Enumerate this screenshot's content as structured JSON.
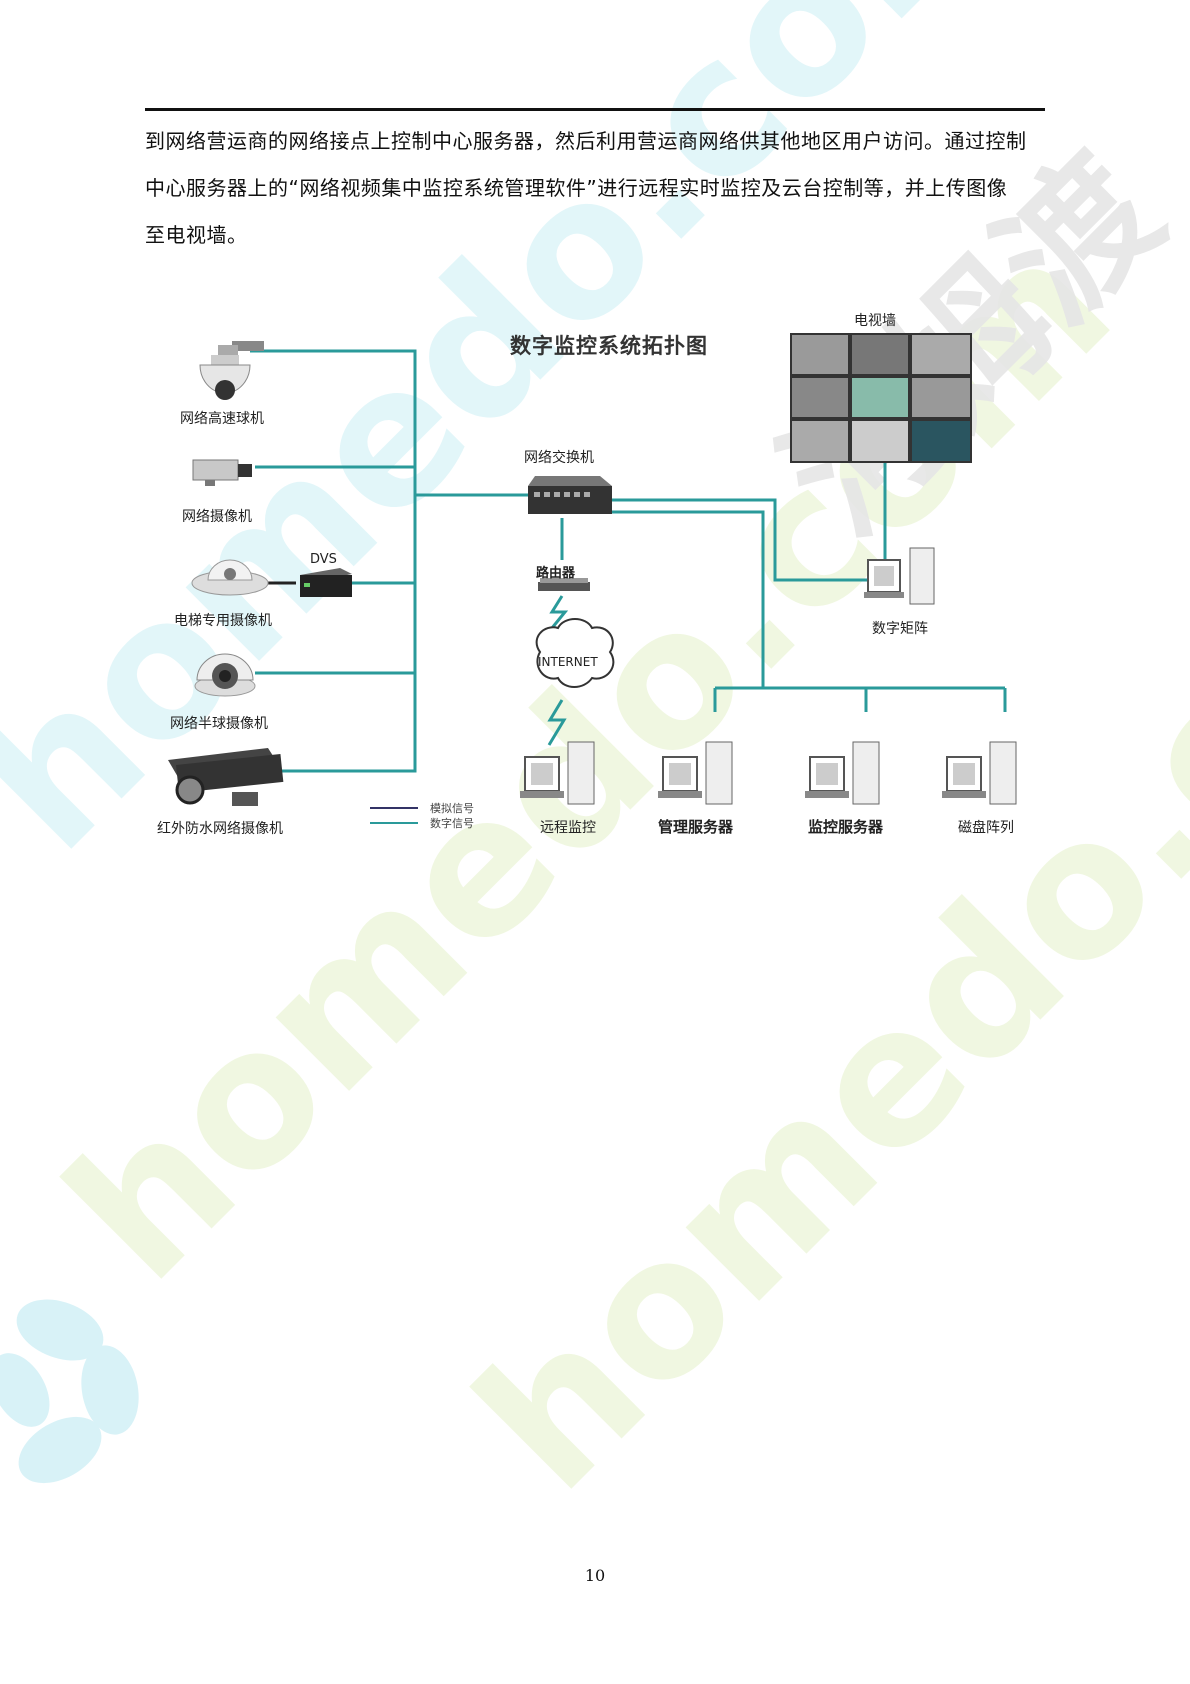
{
  "document": {
    "paragraph_lines": [
      "到网络营运商的网络接点上控制中心服务器，然后利用营运商网络供其他地区用户访问。通过控制",
      "中心服务器上的“网络视频集中监控系统管理软件”进行远程实时监控及云台控制等，并上传图像",
      "至电视墙。"
    ],
    "page_number": "10"
  },
  "figure": {
    "title": "数字监控系统拓扑图",
    "cameras": [
      "网络高速球机",
      "网络摄像机",
      "电梯专用摄像机",
      "网络半球摄像机",
      "红外防水网络摄像机"
    ],
    "dvs_label": "DVS",
    "switch_label": "网络交换机",
    "router_label": "路由器",
    "internet_label": "INTERNET",
    "tv_wall_label": "电视墙",
    "matrix_label": "数字矩阵",
    "terminals": [
      "远程监控",
      "管理服务器",
      "监控服务器",
      "磁盘阵列"
    ],
    "legend": {
      "analog": "模拟信号",
      "digital": "数字信号"
    }
  },
  "watermark": {
    "text": "homedo.com",
    "brand_text": "河姆渡"
  },
  "colors": {
    "digital_line": "#2a9a9a",
    "analog_line": "#333366",
    "watermark_cyan": "#d9f3f7",
    "watermark_green": "#eef6dc"
  }
}
